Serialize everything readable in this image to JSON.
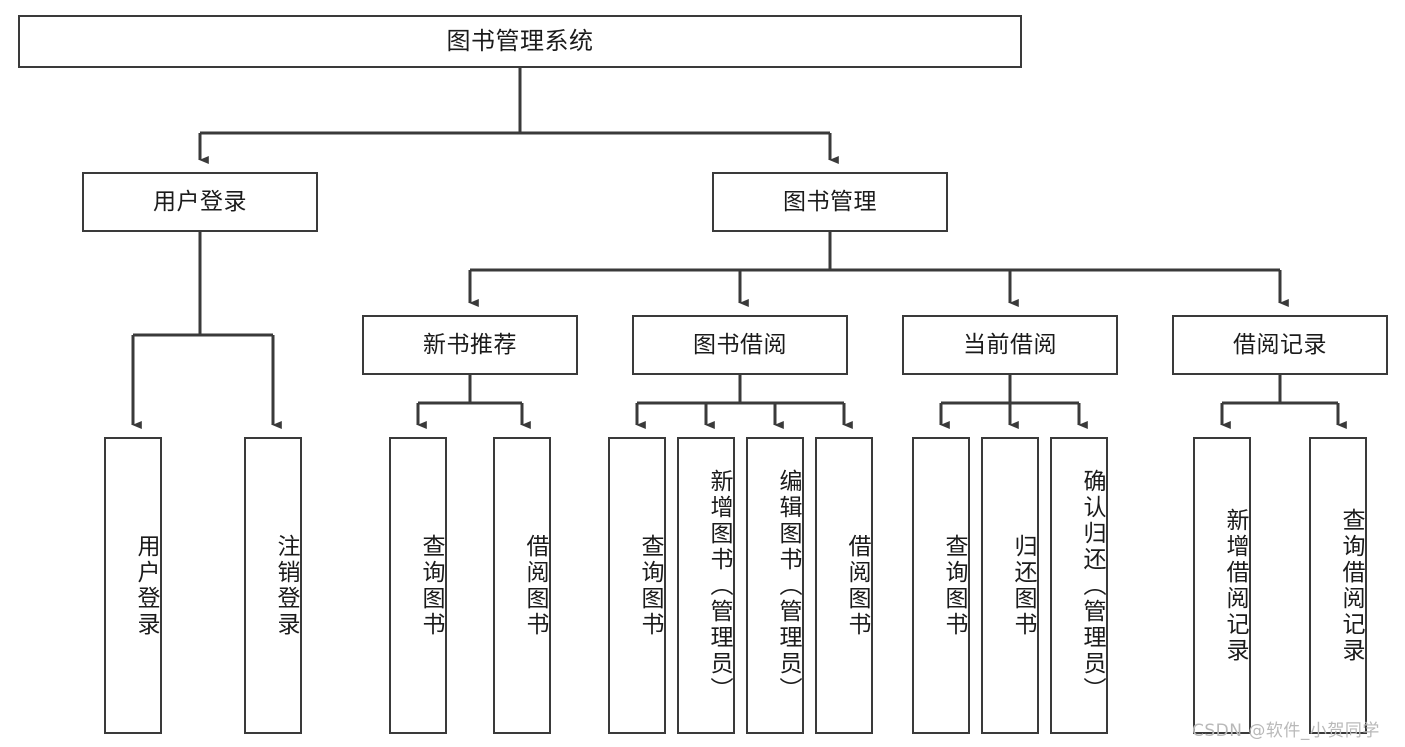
{
  "diagram": {
    "type": "tree-hierarchy",
    "title": "图书管理系统",
    "watermark": "CSDN @软件_小贺同学",
    "colors": {
      "stroke": "#3a3a3a",
      "fill": "#ffffff",
      "text": "#1b1b1b",
      "watermark": "#b9b9b9"
    },
    "levels": [
      {
        "level": 0,
        "nodes": [
          {
            "id": "root",
            "label": "图书管理系统",
            "orientation": "horizontal"
          }
        ]
      },
      {
        "level": 1,
        "nodes": [
          {
            "id": "user-login",
            "label": "用户登录",
            "orientation": "horizontal",
            "parent": "root"
          },
          {
            "id": "book-manage",
            "label": "图书管理",
            "orientation": "horizontal",
            "parent": "root"
          }
        ]
      },
      {
        "level": 2,
        "nodes": [
          {
            "id": "new-book-rec",
            "label": "新书推荐",
            "orientation": "horizontal",
            "parent": "book-manage"
          },
          {
            "id": "book-borrow",
            "label": "图书借阅",
            "orientation": "horizontal",
            "parent": "book-manage"
          },
          {
            "id": "current-borrow",
            "label": "当前借阅",
            "orientation": "horizontal",
            "parent": "book-manage"
          },
          {
            "id": "borrow-record",
            "label": "借阅记录",
            "orientation": "horizontal",
            "parent": "book-manage"
          }
        ]
      },
      {
        "level": 3,
        "nodes": [
          {
            "id": "leaf-user-login",
            "label": "用户登录",
            "orientation": "vertical",
            "parent": "user-login"
          },
          {
            "id": "leaf-logout",
            "label": "注销登录",
            "orientation": "vertical",
            "parent": "user-login"
          },
          {
            "id": "leaf-query-book-1",
            "label": "查询图书",
            "orientation": "vertical",
            "parent": "new-book-rec"
          },
          {
            "id": "leaf-borrow-book-1",
            "label": "借阅图书",
            "orientation": "vertical",
            "parent": "new-book-rec"
          },
          {
            "id": "leaf-query-book-2",
            "label": "查询图书",
            "orientation": "vertical",
            "parent": "book-borrow"
          },
          {
            "id": "leaf-add-book",
            "label": "新增图书（管理员）",
            "orientation": "vertical",
            "parent": "book-borrow"
          },
          {
            "id": "leaf-edit-book",
            "label": "编辑图书（管理员）",
            "orientation": "vertical",
            "parent": "book-borrow"
          },
          {
            "id": "leaf-borrow-book-2",
            "label": "借阅图书",
            "orientation": "vertical",
            "parent": "book-borrow"
          },
          {
            "id": "leaf-query-book-3",
            "label": "查询图书",
            "orientation": "vertical",
            "parent": "current-borrow"
          },
          {
            "id": "leaf-return-book",
            "label": "归还图书",
            "orientation": "vertical",
            "parent": "current-borrow"
          },
          {
            "id": "leaf-confirm-return",
            "label": "确认归还（管理员）",
            "orientation": "vertical",
            "parent": "current-borrow"
          },
          {
            "id": "leaf-add-record",
            "label": "新增借阅记录",
            "orientation": "vertical",
            "parent": "borrow-record"
          },
          {
            "id": "leaf-query-record",
            "label": "查询借阅记录",
            "orientation": "vertical",
            "parent": "borrow-record"
          }
        ]
      }
    ]
  }
}
